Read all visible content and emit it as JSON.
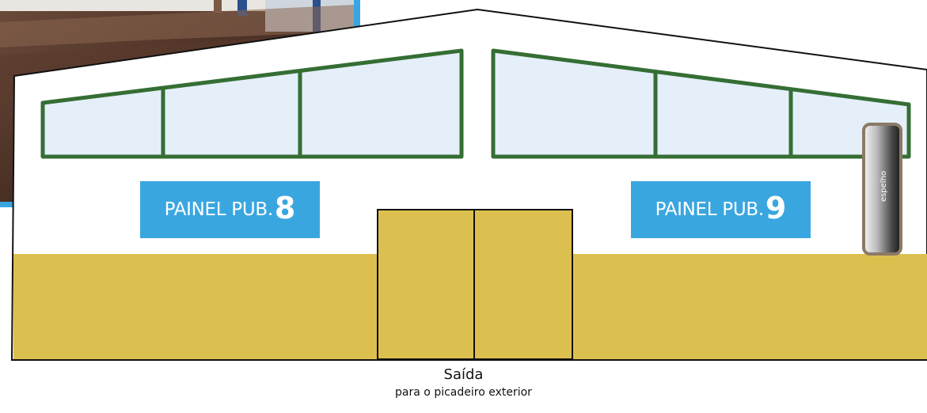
{
  "panels": [
    {
      "label": "PAINEL PUB.",
      "number": "8"
    },
    {
      "label": "PAINEL PUB.",
      "number": "9"
    }
  ],
  "mirror": {
    "label": "espelho"
  },
  "exit": {
    "title": "Saída",
    "subtitle": "para o picadeiro exterior"
  },
  "colors": {
    "panel_blue": "#3aa6e0",
    "lower_wall_gold": "#dcc04f",
    "window_frame_green": "#356e34",
    "window_glass": "#e4effa",
    "wall_white": "#ffffff",
    "outline": "#111111",
    "mirror_frame": "#8b7a66"
  }
}
